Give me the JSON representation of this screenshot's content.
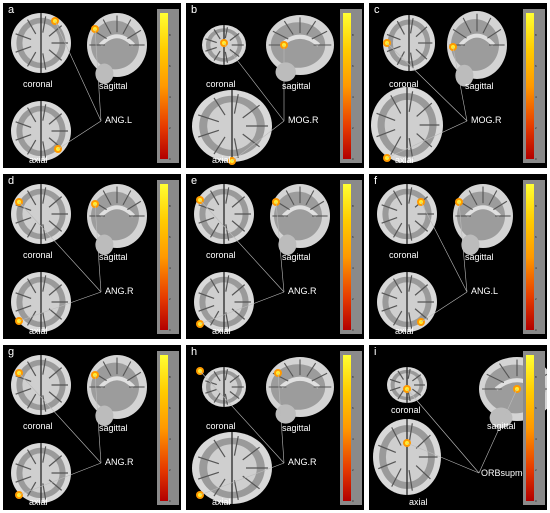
{
  "panels": [
    {
      "letter": "a",
      "region": "ANG.L",
      "coronal": "coronal",
      "sagittal": "sagittal",
      "axial": "axial",
      "style": "std",
      "blobs": {
        "cor": [
          [
            52,
            18
          ]
        ],
        "sag": [
          [
            92,
            26
          ]
        ],
        "ax": [
          [
            55,
            146
          ]
        ]
      }
    },
    {
      "letter": "b",
      "region": "MOG.R",
      "coronal": "coronal",
      "sagittal": "sagittal",
      "axial": "axial",
      "style": "mog",
      "blobs": {
        "cor": [
          [
            38,
            40
          ]
        ],
        "sag": [
          [
            98,
            42
          ]
        ],
        "ax": [
          [
            46,
            158
          ]
        ]
      }
    },
    {
      "letter": "c",
      "region": "MOG.R",
      "coronal": "coronal",
      "sagittal": "sagittal",
      "axial": "axial",
      "style": "mogc",
      "blobs": {
        "cor": [
          [
            18,
            40
          ]
        ],
        "sag": [
          [
            84,
            44
          ]
        ],
        "ax": [
          [
            18,
            155
          ]
        ]
      }
    },
    {
      "letter": "d",
      "region": "ANG.R",
      "coronal": "coronal",
      "sagittal": "sagittal",
      "axial": "axial",
      "style": "std",
      "blobs": {
        "cor": [
          [
            16,
            28
          ]
        ],
        "sag": [
          [
            92,
            30
          ]
        ],
        "ax": [
          [
            16,
            147
          ]
        ]
      }
    },
    {
      "letter": "e",
      "region": "ANG.R",
      "coronal": "coronal",
      "sagittal": "sagittal",
      "axial": "axial",
      "style": "std",
      "blobs": {
        "cor": [
          [
            14,
            26
          ]
        ],
        "sag": [
          [
            90,
            28
          ]
        ],
        "ax": [
          [
            14,
            150
          ]
        ]
      }
    },
    {
      "letter": "f",
      "region": "ANG.L",
      "coronal": "coronal",
      "sagittal": "sagittal",
      "axial": "axial",
      "style": "std",
      "blobs": {
        "cor": [
          [
            52,
            28
          ]
        ],
        "sag": [
          [
            90,
            28
          ]
        ],
        "ax": [
          [
            52,
            148
          ]
        ]
      }
    },
    {
      "letter": "g",
      "region": "ANG.R",
      "coronal": "coronal",
      "sagittal": "sagittal",
      "axial": "axial",
      "style": "std",
      "blobs": {
        "cor": [
          [
            16,
            28
          ]
        ],
        "sag": [
          [
            92,
            30
          ]
        ],
        "ax": [
          [
            16,
            150
          ]
        ]
      }
    },
    {
      "letter": "h",
      "region": "ANG.R",
      "coronal": "coronal",
      "sagittal": "sagittal",
      "axial": "axial",
      "style": "mog",
      "blobs": {
        "cor": [
          [
            14,
            26
          ]
        ],
        "sag": [
          [
            92,
            28
          ]
        ],
        "ax": [
          [
            14,
            150
          ]
        ]
      }
    },
    {
      "letter": "i",
      "region": "ORBsupmed.L",
      "coronal": "coronal",
      "sagittal": "sagittal",
      "axial": "axial",
      "style": "orb",
      "blobs": {
        "cor": [
          [
            38,
            44
          ]
        ],
        "sag": [
          [
            148,
            44
          ]
        ],
        "ax": [
          [
            38,
            98
          ]
        ]
      }
    }
  ],
  "colorbar": {
    "ticks": [
      "8",
      "6",
      "4",
      "2",
      "0"
    ],
    "colors": [
      "#ffff33",
      "#ffcc00",
      "#ff9900",
      "#e63a00",
      "#b30000"
    ]
  }
}
